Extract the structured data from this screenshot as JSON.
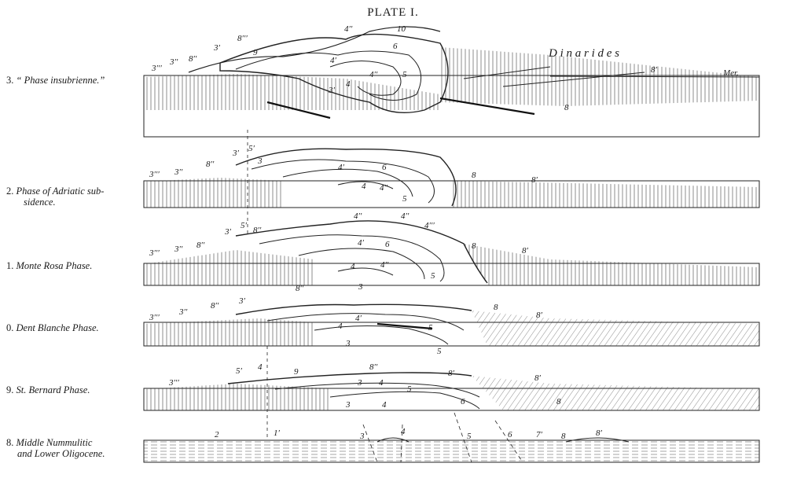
{
  "plate_title": "PLATE I.",
  "phases": [
    {
      "number": "3.",
      "name": "“ Phase insubrienne.”",
      "labels": [
        "3′′′",
        "3′′",
        "8′′",
        "3′",
        "8′′′",
        "9",
        "4′′",
        "10",
        "6",
        "4′",
        "5",
        "4",
        "3′",
        "4′′",
        "8′",
        "8",
        "Mer."
      ],
      "extra": "D i n a r i d e s"
    },
    {
      "number": "2.",
      "name": "Phase of Adriatic sub-",
      "name2": "sidence.",
      "labels": [
        "3′′′",
        "3′′",
        "8′′",
        "3′",
        "5′",
        "3",
        "4′",
        "6",
        "4",
        "4′′",
        "5",
        "8",
        "8′"
      ]
    },
    {
      "number": "1.",
      "name": "Monte Rosa Phase.",
      "labels": [
        "3′′′",
        "3′′",
        "8′′",
        "3′",
        "5′",
        "8′′",
        "4′′",
        "4′′",
        "4′′′",
        "4′",
        "6",
        "4",
        "4′′",
        "5",
        "3",
        "8",
        "8′"
      ]
    },
    {
      "number": "0.",
      "name": "Dent Blanche Phase.",
      "labels": [
        "3′′′",
        "3′′",
        "8′′",
        "3′",
        "8′′",
        "4",
        "4′",
        "5",
        "3",
        "5",
        "8",
        "8′"
      ]
    },
    {
      "number": "9.",
      "name": "St. Bernard Phase.",
      "labels": [
        "3′′′",
        "5′",
        "4",
        "9",
        "8′′",
        "3",
        "4",
        "5",
        "3",
        "4",
        "6",
        "8′",
        "8′",
        "8"
      ]
    },
    {
      "number": "8.",
      "name": "Middle Nummulitic",
      "name2": "and Lower Oligocene.",
      "labels": [
        "2",
        "1′",
        "3",
        "4",
        "5",
        "6",
        "7′",
        "8",
        "8′"
      ]
    }
  ]
}
